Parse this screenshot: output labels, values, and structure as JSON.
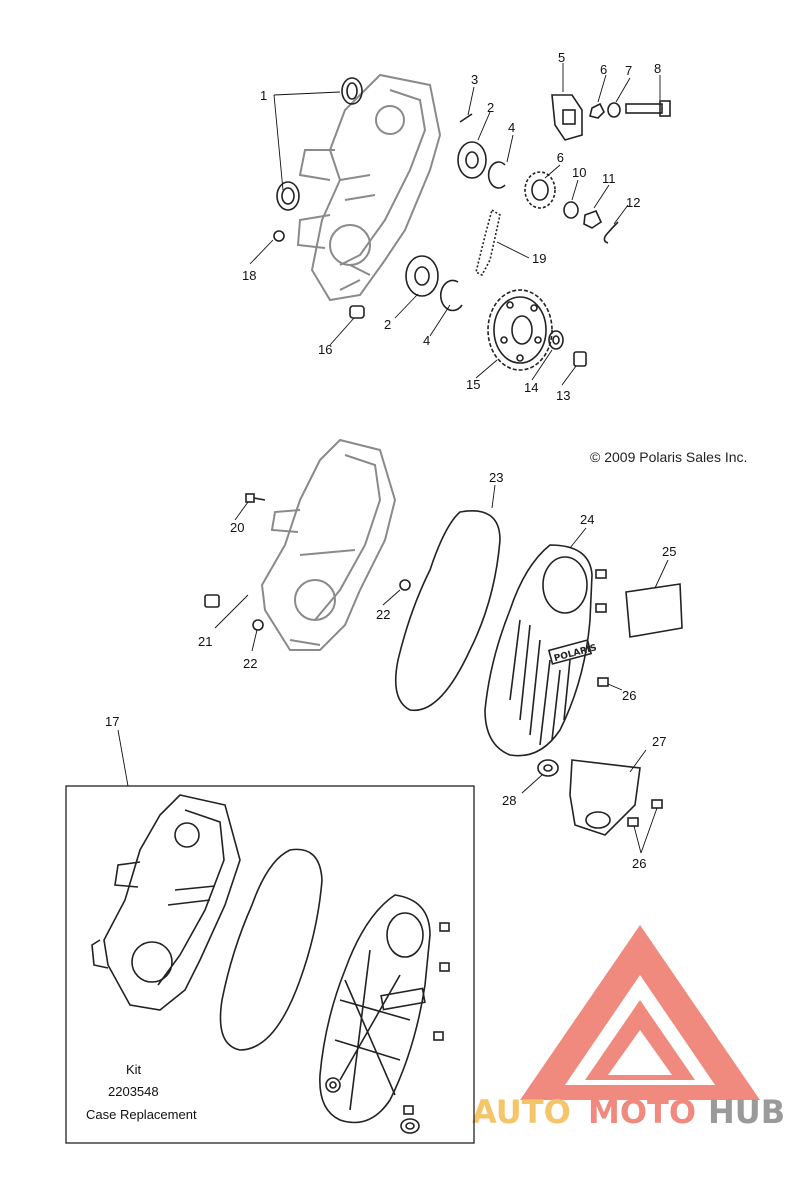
{
  "copyright": "© 2009 Polaris Sales Inc.",
  "kit": {
    "line1": "Kit",
    "line2": "2203548",
    "line3": "Case Replacement"
  },
  "cover_logo": "POLARIS",
  "watermark": {
    "part_a": "AUTO",
    "part_b": "MOTO",
    "part_c": "HUB"
  },
  "colors": {
    "watermark_red": "#f08a7e",
    "watermark_orange": "#f5c56a",
    "watermark_gray": "#9a9a9a"
  },
  "callouts": {
    "c1": "1",
    "c2a": "2",
    "c2b": "2",
    "c3": "3",
    "c4a": "4",
    "c4b": "4",
    "c5": "5",
    "c6": "6",
    "c7": "7",
    "c8": "8",
    "c9": "9",
    "c10": "10",
    "c11": "11",
    "c12": "12",
    "c13": "13",
    "c14": "14",
    "c15": "15",
    "c16": "16",
    "c17": "17",
    "c18": "18",
    "c19": "19",
    "c20": "20",
    "c21": "21",
    "c22a": "22",
    "c22b": "22",
    "c23": "23",
    "c24": "24",
    "c25": "25",
    "c26a": "26",
    "c26b": "26",
    "c27": "27",
    "c28": "28"
  }
}
